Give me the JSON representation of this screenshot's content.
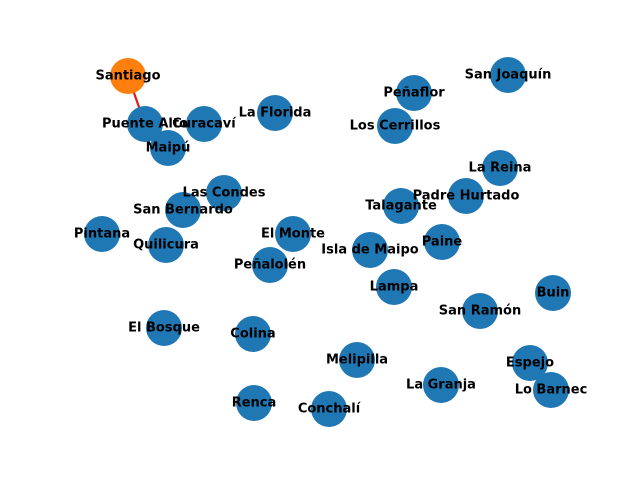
{
  "colors": {
    "node": "#1f77b4",
    "highlight_node": "#ff7f0e",
    "highlight_edge": "#e41a1c",
    "label": "#000000"
  },
  "nodes": [
    {
      "id": "santiago",
      "label": "Santiago",
      "highlight": true
    },
    {
      "id": "puente-alto",
      "label": "Puente Alto"
    },
    {
      "id": "curacavi",
      "label": "Curacaví"
    },
    {
      "id": "maipu",
      "label": "Maipú"
    },
    {
      "id": "la-florida",
      "label": "La Florida"
    },
    {
      "id": "penaflor",
      "label": "Peñaflor"
    },
    {
      "id": "san-joaquin",
      "label": "San Joaquín"
    },
    {
      "id": "los-cerrillos",
      "label": "Los Cerrillos"
    },
    {
      "id": "la-reina",
      "label": "La Reina"
    },
    {
      "id": "las-condes",
      "label": "Las Condes"
    },
    {
      "id": "san-bernardo",
      "label": "San Bernardo"
    },
    {
      "id": "padre-hurtado",
      "label": "Padre Hurtado"
    },
    {
      "id": "talagante",
      "label": "Talagante"
    },
    {
      "id": "pintana",
      "label": "Pintana"
    },
    {
      "id": "el-monte",
      "label": "El Monte"
    },
    {
      "id": "quilicura",
      "label": "Quilicura"
    },
    {
      "id": "isla-de-maipo",
      "label": "Isla de Maipo"
    },
    {
      "id": "paine",
      "label": "Paine"
    },
    {
      "id": "penalolen",
      "label": "Peñalolén"
    },
    {
      "id": "lampa",
      "label": "Lampa"
    },
    {
      "id": "buin",
      "label": "Buin"
    },
    {
      "id": "san-ramon",
      "label": "San Ramón"
    },
    {
      "id": "el-bosque",
      "label": "El Bosque"
    },
    {
      "id": "colina",
      "label": "Colina"
    },
    {
      "id": "melipilla",
      "label": "Melipilla"
    },
    {
      "id": "espejo",
      "label": "Espejo"
    },
    {
      "id": "la-granja",
      "label": "La Granja"
    },
    {
      "id": "lo-barnec",
      "label": "Lo Barnec"
    },
    {
      "id": "renca",
      "label": "Renca"
    },
    {
      "id": "conchali",
      "label": "Conchalí"
    }
  ],
  "edges": [
    {
      "source": "santiago",
      "target": "puente-alto",
      "highlight": true
    }
  ]
}
